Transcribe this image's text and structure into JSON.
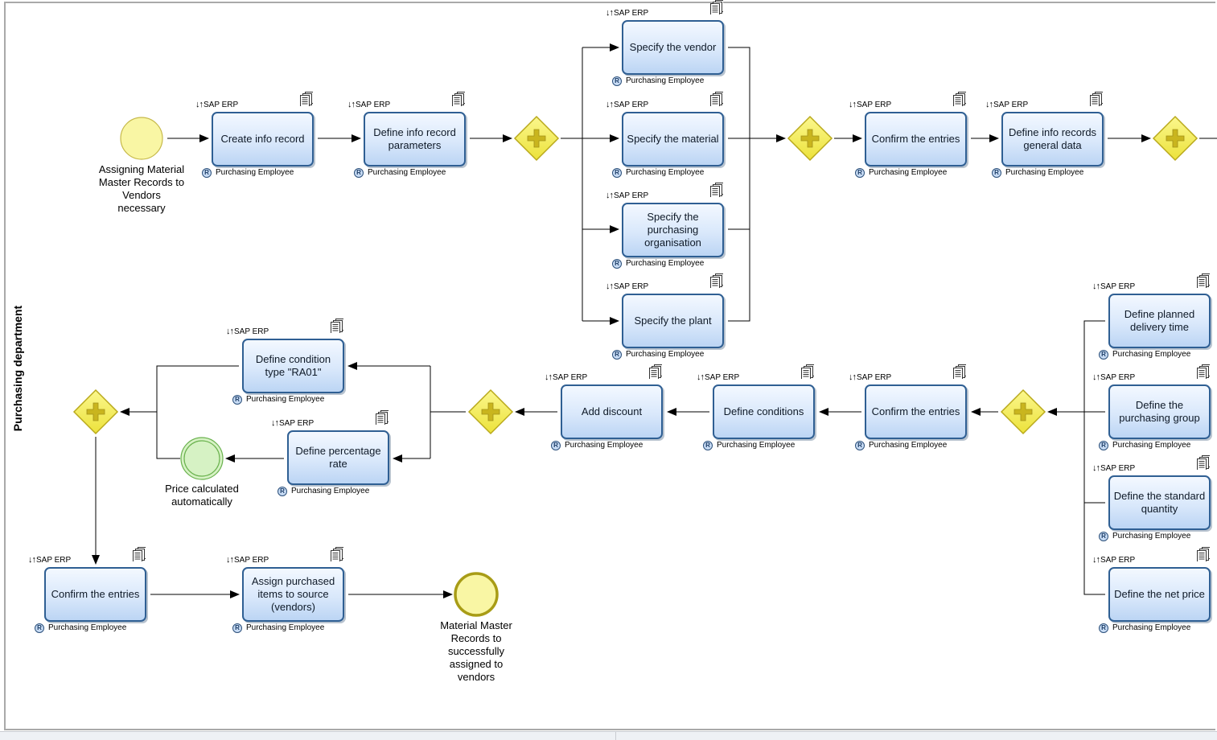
{
  "lane": {
    "label": "Purchasing department"
  },
  "events": [
    {
      "id": "start",
      "label": "Assigning Material Master Records to Vendors necessary",
      "kind": "start",
      "fill": "#f9f6a4",
      "stroke": "#c6b94a"
    },
    {
      "id": "price",
      "label": "Price calculated automatically",
      "kind": "intermediate",
      "fill": "#d6f2c4",
      "stroke": "#6ab24e"
    },
    {
      "id": "end",
      "label": "Material Master Records to successfully assigned to vendors",
      "kind": "end",
      "fill": "#f9f6a4",
      "stroke": "#a89c16"
    }
  ],
  "tasks": [
    {
      "id": "t1",
      "label": "Create info record",
      "system": "SAP ERP",
      "role": "Purchasing Employee"
    },
    {
      "id": "t2",
      "label": "Define info record parameters",
      "system": "SAP ERP",
      "role": "Purchasing Employee"
    },
    {
      "id": "t3",
      "label": "Specify the vendor",
      "system": "SAP ERP",
      "role": "Purchasing Employee"
    },
    {
      "id": "t4",
      "label": "Specify the material",
      "system": "SAP ERP",
      "role": "Purchasing Employee"
    },
    {
      "id": "t5",
      "label": "Specify the purchasing organisation",
      "system": "SAP ERP",
      "role": "Purchasing Employee"
    },
    {
      "id": "t6",
      "label": "Specify the plant",
      "system": "SAP ERP",
      "role": "Purchasing Employee"
    },
    {
      "id": "t7",
      "label": "Confirm the entries",
      "system": "SAP ERP",
      "role": "Purchasing Employee"
    },
    {
      "id": "t8",
      "label": "Define info records general data",
      "system": "SAP ERP",
      "role": "Purchasing Employee"
    },
    {
      "id": "t9",
      "label": "Define planned delivery time",
      "system": "SAP ERP",
      "role": "Purchasing Employee"
    },
    {
      "id": "t10",
      "label": "Define the purchasing group",
      "system": "SAP ERP",
      "role": "Purchasing Employee"
    },
    {
      "id": "t11",
      "label": "Define the standard quantity",
      "system": "SAP ERP",
      "role": "Purchasing Employee"
    },
    {
      "id": "t12",
      "label": "Define the net price",
      "system": "SAP ERP",
      "role": "Purchasing Employee"
    },
    {
      "id": "t13",
      "label": "Confirm the entries",
      "system": "SAP ERP",
      "role": "Purchasing Employee"
    },
    {
      "id": "t14",
      "label": "Define conditions",
      "system": "SAP ERP",
      "role": "Purchasing Employee"
    },
    {
      "id": "t15",
      "label": "Add discount",
      "system": "SAP ERP",
      "role": "Purchasing Employee"
    },
    {
      "id": "t16",
      "label": "Define condition type \"RA01\"",
      "system": "SAP ERP",
      "role": "Purchasing Employee"
    },
    {
      "id": "t17",
      "label": "Define percentage rate",
      "system": "SAP ERP",
      "role": "Purchasing Employee"
    },
    {
      "id": "t18",
      "label": "Confirm the entries",
      "system": "SAP ERP",
      "role": "Purchasing Employee"
    },
    {
      "id": "t19",
      "label": "Assign purchased items to source (vendors)",
      "system": "SAP ERP",
      "role": "Purchasing Employee"
    }
  ],
  "gateways": [
    {
      "id": "g1",
      "type": "parallel"
    },
    {
      "id": "g2",
      "type": "parallel"
    },
    {
      "id": "g3",
      "type": "parallel"
    },
    {
      "id": "g4",
      "type": "parallel"
    },
    {
      "id": "g5",
      "type": "parallel"
    },
    {
      "id": "g6",
      "type": "parallel"
    }
  ],
  "colors": {
    "task_border": "#2f5f93",
    "gateway_fill": "#f4ef5e",
    "gateway_stroke": "#b9a91c",
    "gateway_plus": "#c9b51e",
    "edge": "#000000"
  }
}
